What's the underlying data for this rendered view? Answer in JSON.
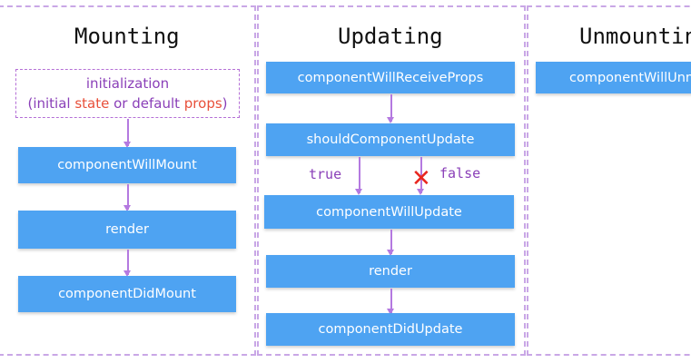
{
  "lanes": [
    {
      "title": "Mounting"
    },
    {
      "title": "Updating"
    },
    {
      "title": "Unmounting"
    }
  ],
  "mounting": {
    "init_line1": "initialization",
    "init_line2_prefix": "(initial ",
    "init_state": "state",
    "init_or": " or default ",
    "init_props": "props",
    "init_suffix": ")",
    "steps": [
      "componentWillMount",
      "render",
      "componentDidMount"
    ]
  },
  "updating": {
    "steps": [
      "componentWillReceiveProps",
      "shouldComponentUpdate",
      "componentWillUpdate",
      "render",
      "componentDidUpdate"
    ],
    "true_label": "true",
    "false_label": "false"
  },
  "unmounting": {
    "steps": [
      "componentWillUnmount"
    ]
  },
  "colors": {
    "box": "#4ea3f2",
    "arrow": "#b479e0",
    "border": "#c9a7e6",
    "text_purple": "#8a3fb8",
    "text_red": "#e8503a",
    "cross": "#e8261f"
  }
}
